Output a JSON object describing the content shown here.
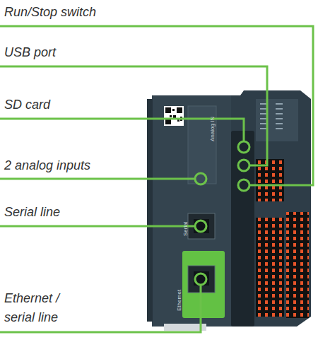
{
  "diagram": {
    "labels": [
      "Run/Stop switch",
      "USB port",
      "SD card",
      "2 analog inputs",
      "Serial line",
      "Ethernet / serial line",
      "Analog IN",
      "Serial",
      "Ethernet"
    ]
  }
}
